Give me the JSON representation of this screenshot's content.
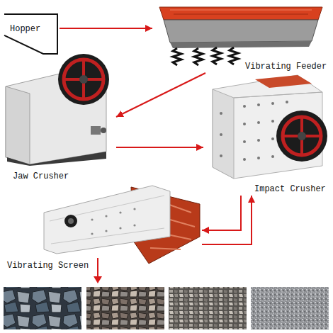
{
  "diagram": {
    "nodes": [
      {
        "text": [
          "Hopper"
        ]
      },
      {
        "text": [
          "Vibrating Feeder"
        ]
      },
      {
        "text": [
          "Jaw Crusher"
        ]
      },
      {
        "text": [
          "Impact Crusher"
        ]
      },
      {
        "text": [
          "Vibrating Screen"
        ]
      }
    ],
    "edges": [
      {
        "from": 0,
        "to": 1,
        "arrow": "to"
      },
      {
        "from": 1,
        "to": 2,
        "arrow": "to"
      },
      {
        "from": 2,
        "to": 3,
        "arrow": "to"
      },
      {
        "from": 3,
        "to": 4,
        "arrow": "to"
      },
      {
        "from": 4,
        "to": 3,
        "arrow": "to"
      }
    ]
  }
}
